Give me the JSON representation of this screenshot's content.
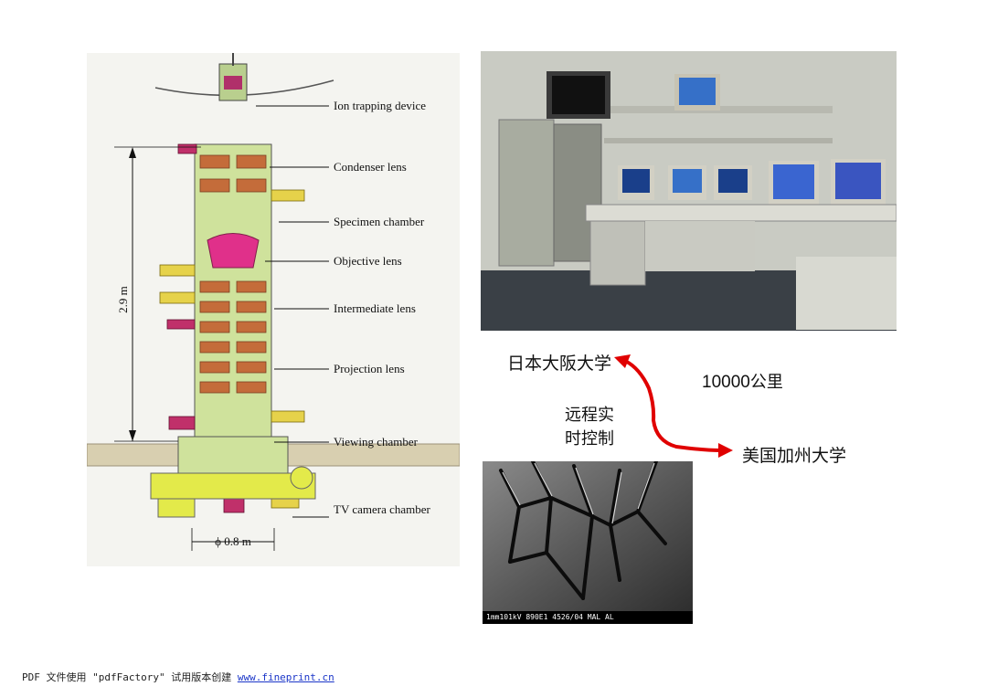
{
  "diagram": {
    "labels": {
      "ion_trapping": "Ion trapping device",
      "condenser": "Condenser lens",
      "specimen": "Specimen chamber",
      "objective": "Objective lens",
      "intermediate": "Intermediate lens",
      "projection": "Projection lens",
      "viewing": "Viewing chamber",
      "tv_camera": "TV camera chamber"
    },
    "height_dim": "2.9 m",
    "width_dim": "ϕ 0.8 m"
  },
  "remote": {
    "osaka": "日本大阪大学",
    "distance_num": "10000",
    "distance_unit": "公里",
    "control": "远程实时控制",
    "california": "美国加州大学",
    "arrow_color": "#e00000"
  },
  "sem": {
    "caption": "1mm101kV 890E1 4526/04 MAL AL"
  },
  "footer": {
    "text": "PDF 文件使用 \"pdfFactory\" 试用版本创建 ",
    "link": "www.fineprint.cn"
  }
}
